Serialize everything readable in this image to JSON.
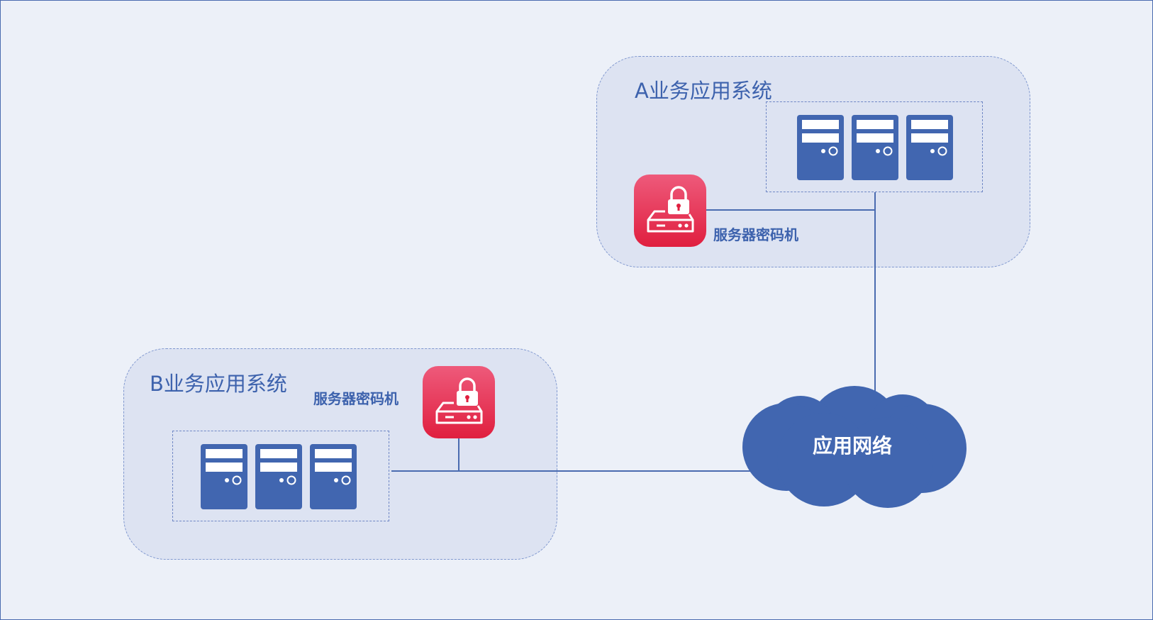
{
  "system_a": {
    "title": "A业务应用系统",
    "hsm_label": "服务器密码机"
  },
  "system_b": {
    "title": "B业务应用系统",
    "hsm_label": "服务器密码机"
  },
  "network": {
    "label": "应用网络"
  },
  "colors": {
    "server": "#4166b0",
    "hsm_top": "#ee5a7b",
    "hsm_bottom": "#e01f3f",
    "line": "#4a6bb0",
    "cloud": "#4166b0"
  },
  "icons": {
    "server": "server-icon",
    "hsm": "padlock-device-icon",
    "cloud": "cloud-icon"
  }
}
